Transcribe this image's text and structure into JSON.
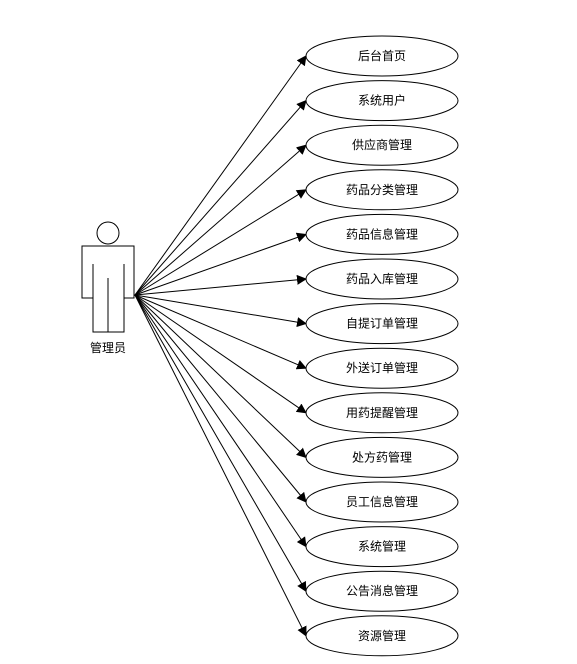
{
  "actor": {
    "label": "管理员"
  },
  "use_cases": [
    "后台首页",
    "系统用户",
    "供应商管理",
    "药品分类管理",
    "药品信息管理",
    "药品入库管理",
    "自提订单管理",
    "外送订单管理",
    "用药提醒管理",
    "处方药管理",
    "员工信息管理",
    "系统管理",
    "公告消息管理",
    "资源管理"
  ]
}
